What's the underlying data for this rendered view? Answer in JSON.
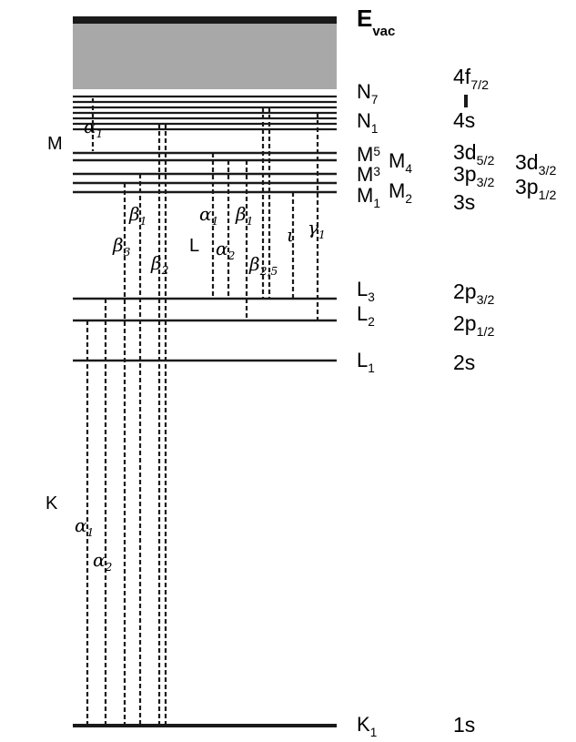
{
  "colors": {
    "line": "#1a1a1a",
    "band": "#a8a8a8",
    "background": "#ffffff"
  },
  "labels": {
    "evac": "E",
    "evac_sub": "vac",
    "n7": "N",
    "n7_sub": "7",
    "n1": "N",
    "n1_sub": "1",
    "m5": "M",
    "m5_sub": "5",
    "m4": "M",
    "m4_sub": "4",
    "m3": "M",
    "m3_sub": "3",
    "m2": "M",
    "m2_sub": "2",
    "m1": "M",
    "m1_sub": "1",
    "l3": "L",
    "l3_sub": "3",
    "l2": "L",
    "l2_sub": "2",
    "l1": "L",
    "l1_sub": "1",
    "k1": "K",
    "k1_sub": "1"
  },
  "orbitals": {
    "f72": "4f",
    "f72_sub": "7/2",
    "s4": "4s",
    "d52": "3d",
    "d52_sub": "5/2",
    "d32": "3d",
    "d32_sub": "3/2",
    "p32m": "3p",
    "p32m_sub": "3/2",
    "p12m": "3p",
    "p12m_sub": "1/2",
    "s3": "3s",
    "p32l": "2p",
    "p32l_sub": "3/2",
    "p12l": "2p",
    "p12l_sub": "1/2",
    "s2": "2s",
    "s1": "1s"
  },
  "shells": {
    "m": "M",
    "l": "L",
    "k": "K"
  },
  "lines": {
    "m_alpha1": "α",
    "m_alpha1_sub": "1",
    "l_alpha1": "α",
    "l_alpha1_sub": "1",
    "l_alpha2": "α",
    "l_alpha2_sub": "2",
    "l_beta1": "β",
    "l_beta1_sub": "1",
    "l_beta25": "β",
    "l_beta25_sub": "2,5",
    "l_iota": "ι",
    "l_gamma1": "γ",
    "l_gamma1_sub": "1",
    "k_alpha1": "α",
    "k_alpha1_sub": "1",
    "k_alpha2": "α",
    "k_alpha2_sub": "2",
    "k_beta1": "β",
    "k_beta1_sub": "1",
    "k_beta2": "β",
    "k_beta2_sub": "2",
    "k_beta3": "β",
    "k_beta3_sub": "3"
  }
}
